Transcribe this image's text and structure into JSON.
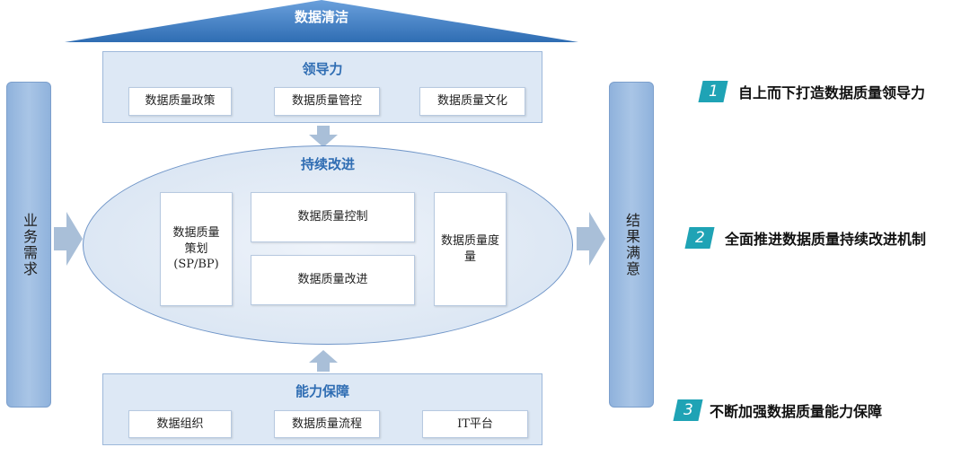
{
  "roof": {
    "title": "数据清洁"
  },
  "left_column": {
    "label": "业务需求"
  },
  "right_column": {
    "label": "结果满意"
  },
  "leadership": {
    "title": "领导力",
    "items": [
      "数据质量政策",
      "数据质量管控",
      "数据质量文化"
    ]
  },
  "continuous": {
    "title": "持续改进",
    "planning": [
      "数据质量",
      "策划",
      "(SP/BP)"
    ],
    "control": "数据质量控制",
    "improve": "数据质量改进",
    "measure": [
      "数据质量度",
      "量"
    ]
  },
  "capability": {
    "title": "能力保障",
    "items": [
      "数据组织",
      "数据质量流程",
      "IT平台"
    ]
  },
  "goals": [
    {
      "num": "1",
      "text": "自上而下打造数据质量领导力"
    },
    {
      "num": "2",
      "text": "全面推进数据质量持续改进机制"
    },
    {
      "num": "3",
      "text": "不断加强数据质量能力保障"
    }
  ],
  "colors": {
    "roof": "#4a86cf",
    "panel": "#dde8f5",
    "title": "#2f6db3",
    "badge": "#1fa3b5",
    "arrow": "#a9bfd8"
  }
}
